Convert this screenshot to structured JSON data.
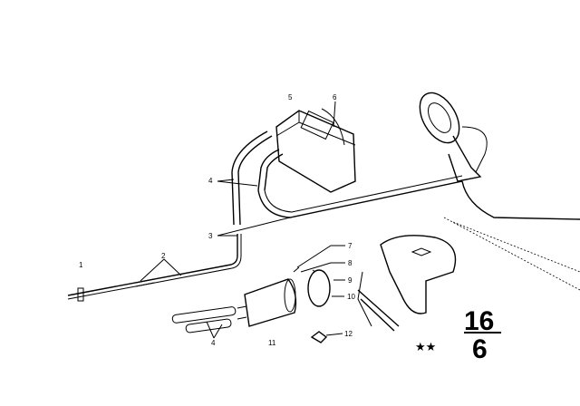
{
  "diagram": {
    "callouts": {
      "c1": "1",
      "c2": "2",
      "c3": "3",
      "c4a": "4",
      "c5": "5",
      "c6": "6",
      "c7": "7",
      "c8": "8",
      "c9": "9",
      "c10": "10",
      "c11": "11",
      "c12": "12",
      "c4b": "4"
    },
    "page_ref": {
      "group": "16",
      "sheet": "6"
    },
    "marker": "★★"
  }
}
